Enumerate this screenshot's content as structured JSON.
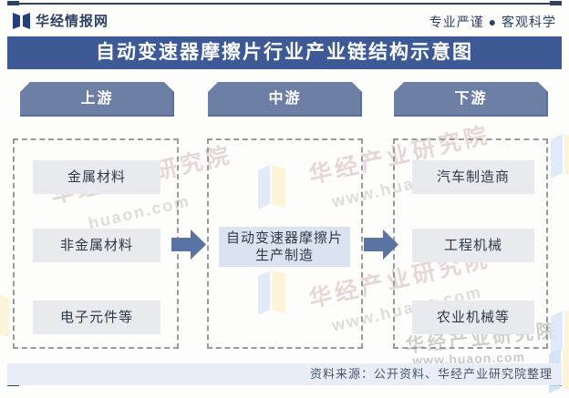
{
  "brand": {
    "name": "华经情报网",
    "tagline": "专业严谨 ● 客观科学"
  },
  "title": "自动变速器摩擦片行业产业链结构示意图",
  "chain": {
    "columns": [
      {
        "header": "上游",
        "items": [
          "金属材料",
          "非金属材料",
          "电子元件等"
        ]
      },
      {
        "header": "中游",
        "item_line1": "自动变速器摩擦片",
        "item_line2": "生产制造"
      },
      {
        "header": "下游",
        "items": [
          "汽车制造商",
          "工程机械",
          "农业机械等"
        ]
      }
    ]
  },
  "footer": {
    "source": "资料来源：公开资料、华经产业研究院整理"
  },
  "watermark": {
    "org": "华经产业研究院",
    "url": "www.huaon.com",
    "url_short": "huaon.com",
    "url_part": "aon.com"
  },
  "colors": {
    "accent_navy": "#2c4164",
    "title_bar_bg": "#3d5a96",
    "column_header_bg": "#6d7fa4",
    "arrow": "#5a73a3",
    "item_bg": "#e8eaee",
    "mid_item_bg": "#dce3f0",
    "footer_bar_bg": "#e9eef6"
  }
}
